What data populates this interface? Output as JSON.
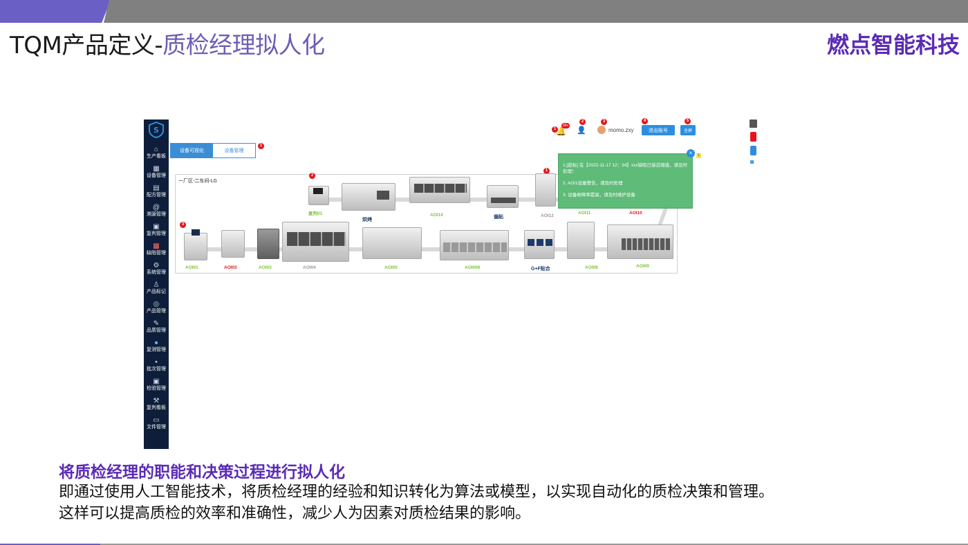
{
  "slide": {
    "title_main": "TQM产品定义-",
    "title_sub": "质检经理拟人化",
    "brand": "燃点智能科技",
    "caption_heading": "将质检经理的职能和决策过程进行拟人化",
    "caption_line1": "即通过使用人工智能技术，将质检经理的经验和知识转化为算法或模型，以实现自动化的质检决策和管理。",
    "caption_line2": "这样可以提高质检的效率和准确性，减少人为因素对质检结果的影响。"
  },
  "sidebar": {
    "items": [
      {
        "label": "生产看板",
        "icon": "home-icon"
      },
      {
        "label": "设备管理",
        "icon": "grid-icon"
      },
      {
        "label": "配方管理",
        "icon": "recipe-icon"
      },
      {
        "label": "溯源管理",
        "icon": "at-icon"
      },
      {
        "label": "复判管理",
        "icon": "review-icon"
      },
      {
        "label": "缺陷管理",
        "icon": "defect-icon"
      },
      {
        "label": "系统管理",
        "icon": "gear-icon"
      },
      {
        "label": "产品标记",
        "icon": "mark-icon"
      },
      {
        "label": "产品管理",
        "icon": "check-circle-icon"
      },
      {
        "label": "品质管理",
        "icon": "edit-icon"
      },
      {
        "label": "复测管理",
        "icon": "retest-icon"
      },
      {
        "label": "批次管理",
        "icon": "batch-icon"
      },
      {
        "label": "检验管理",
        "icon": "inspect-icon"
      },
      {
        "label": "复判看板",
        "icon": "hammer-icon"
      },
      {
        "label": "文件管理",
        "icon": "folder-icon"
      }
    ]
  },
  "tabs": [
    {
      "label": "设备可视化",
      "active": true
    },
    {
      "label": "设备管理",
      "active": false
    }
  ],
  "header": {
    "notif_count": "99+",
    "username": "momo.zxy",
    "logout_label": "退出账号",
    "fullscreen_label": "全屏"
  },
  "badges": {
    "b1": "1",
    "b2": "2",
    "b3": "3",
    "b4": "4",
    "b5": "5",
    "panel_b1": "1",
    "panel_b2": "2",
    "panel_b3": "3",
    "popup_b1": "1"
  },
  "line": {
    "title": "一厂区-二车间-LG",
    "top_labels": {
      "fupan01": "复判01",
      "hongkao": "烘烤",
      "aoi14": "AOI14",
      "piantie": "偏贴",
      "aoi12": "AOI12",
      "aoi11": "AOI11",
      "aoi10": "AOI10"
    },
    "bottom_labels": {
      "aoi01": "AOI01",
      "aoi02": "AOI02",
      "aoi03": "AOI03",
      "aoi04": "AOI04",
      "aoi05": "AOI05",
      "aoi006": "AOI006",
      "gf": "G+F贴合",
      "aoi08": "AOI08",
      "aoi09": "AOI09"
    }
  },
  "popup": {
    "msg1": "1.[超标] 在【2022-11-17 12：34】xxx缺陷已接近阈值，请及时处理！",
    "msg2": "2. AOI1设备警告，请及时处理",
    "msg3": "3. 设备故障率提高，请及时维护设备",
    "close": "×",
    "flag": "1"
  },
  "colors": {
    "brand_purple": "#5b2bb5",
    "sidebar_bg": "#0e1e3a",
    "primary_blue": "#2d8ee0",
    "popup_green": "#5fbb78",
    "alert_red": "#e3161b",
    "ok_green": "#7cc33a"
  }
}
